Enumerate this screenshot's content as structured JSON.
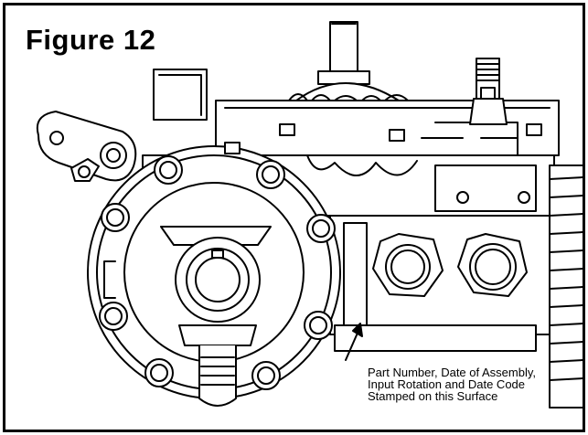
{
  "figure": {
    "title": "Figure 12",
    "caption_lines": [
      "Part Number, Date of Assembly,",
      "Input Rotation and Date Code",
      "Stamped on this Surface"
    ]
  },
  "colors": {
    "line": "#000000",
    "background": "#ffffff"
  },
  "icons": [
    "arrow-icon"
  ]
}
